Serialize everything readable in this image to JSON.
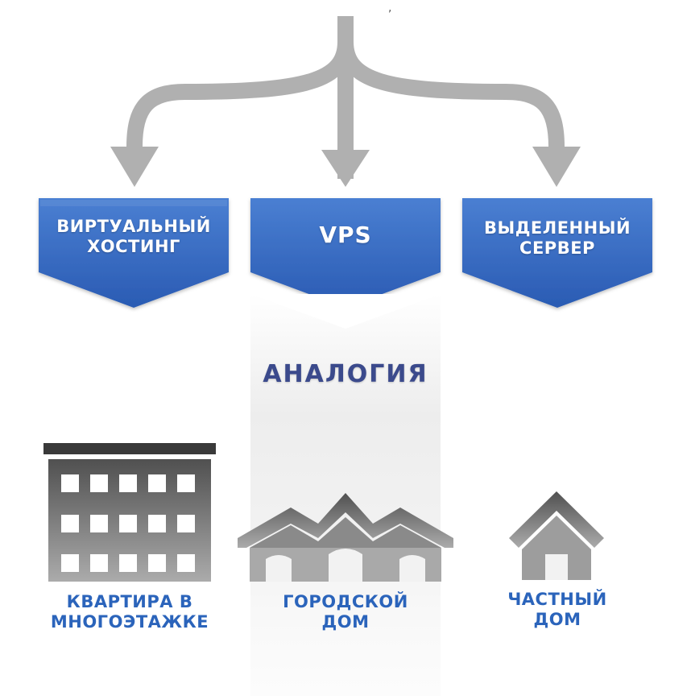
{
  "top_mark": ",",
  "categories": [
    {
      "title_lines": [
        "ВИРТУАЛЬНЫЙ",
        "ХОСТИНГ"
      ]
    },
    {
      "title_lines": [
        "VPS"
      ]
    },
    {
      "title_lines": [
        "ВЫДЕЛЕННЫЙ",
        "СЕРВЕР"
      ]
    }
  ],
  "analogy_label": "АНАЛОГИЯ",
  "analogies": [
    {
      "label_lines": [
        "КВАРТИРА В",
        "МНОГОЭТАЖКЕ"
      ],
      "icon": "apartment-building-icon"
    },
    {
      "label_lines": [
        "ГОРОДСКОЙ",
        "ДОМ"
      ],
      "icon": "townhouse-icon"
    },
    {
      "label_lines": [
        "ЧАСТНЫЙ",
        "ДОМ"
      ],
      "icon": "private-house-icon"
    }
  ],
  "colors": {
    "box_blue": "#2f65bd",
    "arrow_gray": "#b0b0b0",
    "analogy_text": "#3b4a8c",
    "bottom_text": "#2b64bb",
    "building_dark": "#555555",
    "building_light": "#a8a8a8"
  }
}
